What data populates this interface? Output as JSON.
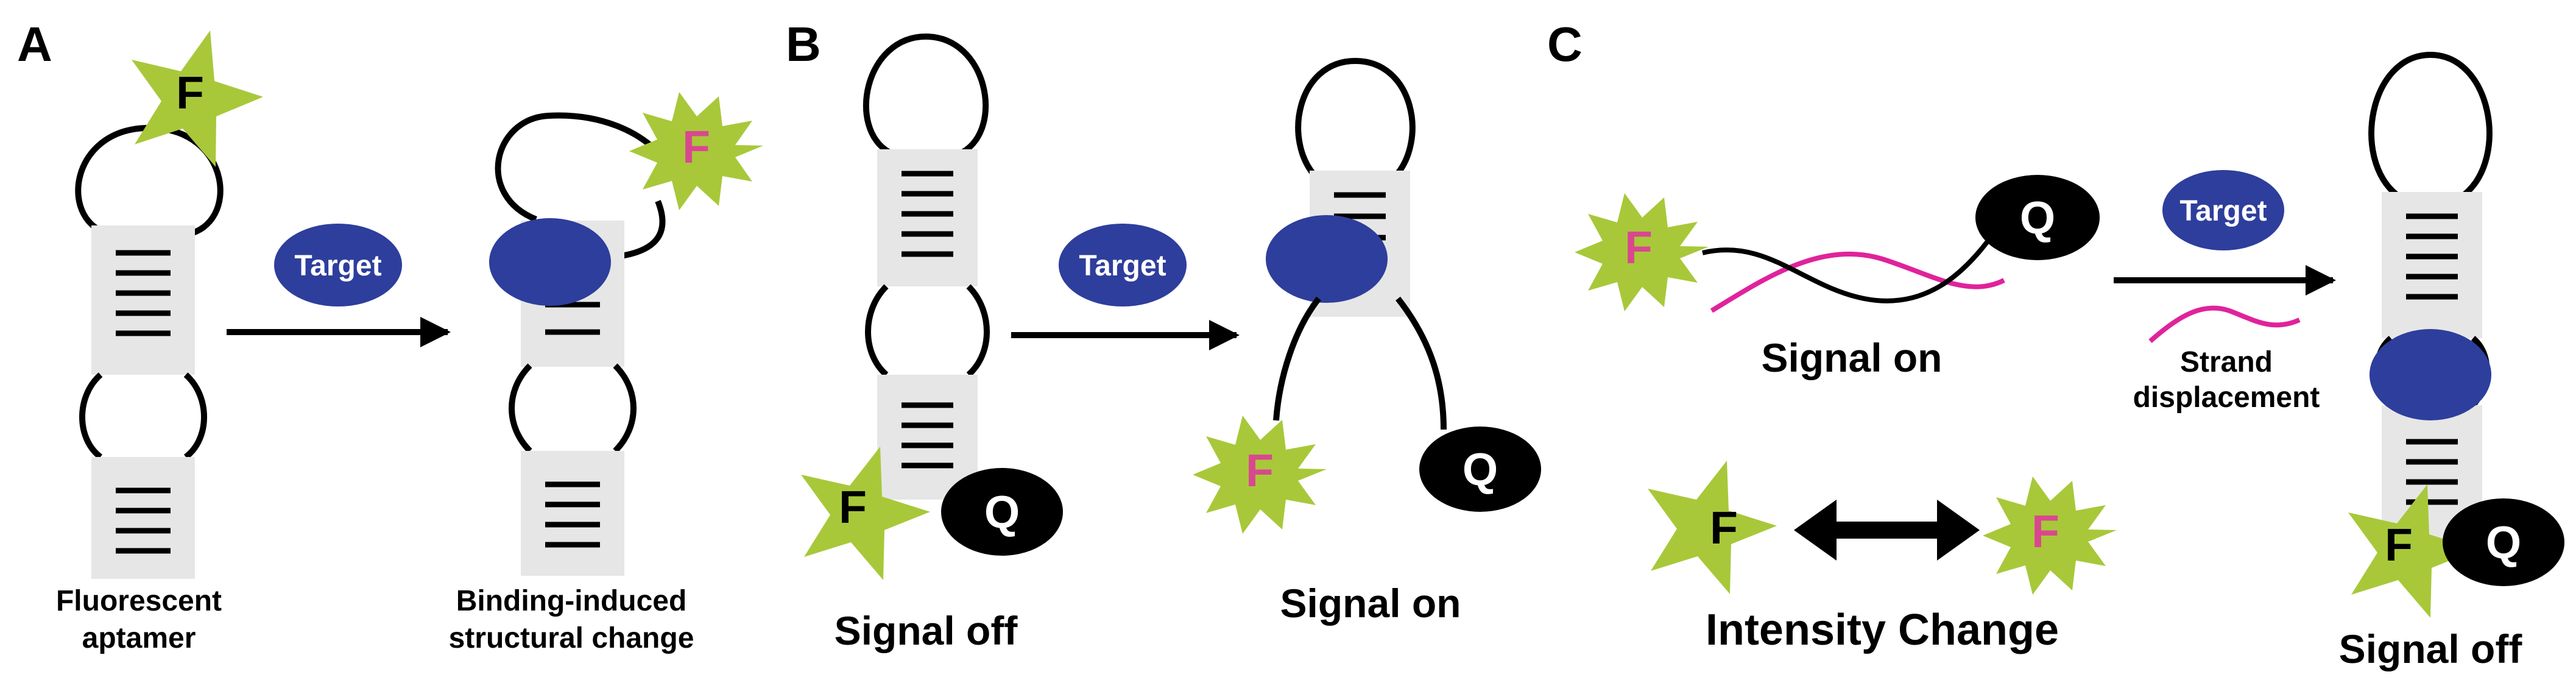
{
  "panels": {
    "a": {
      "letter": "A",
      "fluorophore": "F",
      "target": "Target",
      "caption_left_line1": "Fluorescent",
      "caption_left_line2": "aptamer",
      "caption_right_line1": "Binding-induced",
      "caption_right_line2": "structural change"
    },
    "b": {
      "letter": "B",
      "fluorophore": "F",
      "quencher": "Q",
      "target": "Target",
      "caption_left": "Signal off",
      "caption_right": "Signal on"
    },
    "c": {
      "letter": "C",
      "fluorophore": "F",
      "quencher": "Q",
      "target": "Target",
      "signal_on": "Signal on",
      "strand_line1": "Strand",
      "strand_line2": "displacement",
      "intensity_change": "Intensity Change",
      "signal_off": "Signal off"
    }
  },
  "colors": {
    "fluorophore_fill": "#a8c83a",
    "fluorophore_letter_pink": "#d9488f",
    "target_fill": "#2e3e9c",
    "stem_box": "#e6e6e6",
    "strand_pink": "#e0239b",
    "quencher_fill": "#000000"
  }
}
